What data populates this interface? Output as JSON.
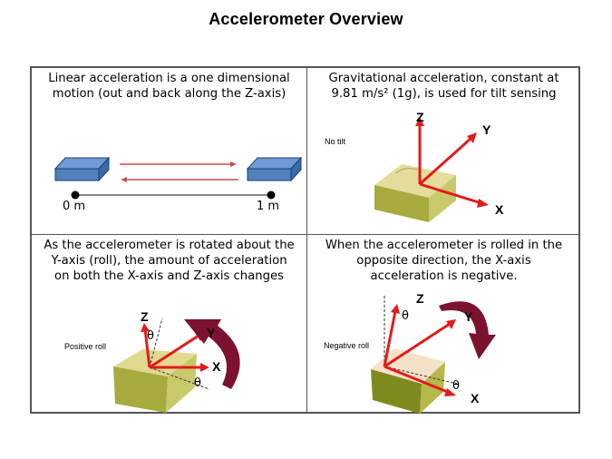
{
  "slide": {
    "title": "Accelerometer Overview"
  },
  "panels": [
    {
      "caption_lines": [
        "Linear acceleration is a one dimensional",
        "motion (out and back along the Z-axis)"
      ],
      "start_label": "0 m",
      "end_label": "1 m"
    },
    {
      "caption_lines": [
        "Gravitational acceleration, constant at",
        "9.81 m/s² (1g), is used for tilt sensing"
      ],
      "state_label": "No tilt",
      "axes": {
        "z": "Z",
        "y": "Y",
        "x": "X"
      }
    },
    {
      "caption_lines": [
        "As the accelerometer is rotated about the",
        "Y-axis (roll), the amount of acceleration",
        "on both the X-axis and Z-axis changes"
      ],
      "state_label": "Positive roll",
      "axes": {
        "z": "Z",
        "y": "Y",
        "x": "X"
      },
      "angle_symbol": "θ"
    },
    {
      "caption_lines": [
        "When the accelerometer is rolled in the",
        "opposite direction, the X-axis",
        "acceleration is negative."
      ],
      "state_label": "Negative roll",
      "axes": {
        "z": "Z",
        "y": "Y",
        "x": "X"
      },
      "angle_symbol": "θ"
    }
  ],
  "colors": {
    "axis_red": "#e21b1b",
    "arrow_red": "#c0504d",
    "block_blue": "#4f81bd",
    "rotation_arrow": "#7b1230",
    "chip_top": "#e4dd9c",
    "chip_side": "#a7aa3e"
  }
}
